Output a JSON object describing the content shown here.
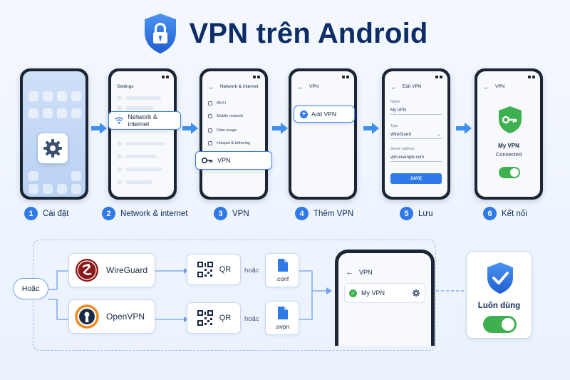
{
  "title": "VPN trên Android",
  "steps": [
    {
      "num": "1",
      "label": "Cài đặt"
    },
    {
      "num": "2",
      "label": "Network & internet"
    },
    {
      "num": "3",
      "label": "VPN"
    },
    {
      "num": "4",
      "label": "Thêm VPN"
    },
    {
      "num": "5",
      "label": "Lưu"
    },
    {
      "num": "6",
      "label": "Kết nối"
    }
  ],
  "phone2": {
    "header": "Settings",
    "callout": "Network & internet"
  },
  "phone3": {
    "header": "Network & internet",
    "items": [
      "Wi-Fi",
      "Mobile network",
      "Data usage",
      "Hotspot & tethering"
    ],
    "callout": "VPN"
  },
  "phone4": {
    "header": "VPN",
    "add_button": "Add VPN"
  },
  "phone5": {
    "header": "Edit VPN",
    "name_label": "Name",
    "name_value": "My VPN",
    "type_label": "Type",
    "type_value": "WireGuard",
    "server_label": "Server address",
    "server_value": "vpn.example.com",
    "save_label": "SAVE"
  },
  "phone6": {
    "header": "VPN",
    "name": "My VPN",
    "status": "Connected",
    "toggle_on": true
  },
  "bottom": {
    "or_label": "Hoặc",
    "apps": [
      {
        "name": "WireGuard",
        "qr": "QR",
        "or": "hoặc",
        "file": ".conf"
      },
      {
        "name": "OpenVPN",
        "qr": "QR",
        "or": "hoặc",
        "file": ".ovpn"
      }
    ],
    "phone_header": "VPN",
    "phone_item": "My VPN",
    "always_label": "Luôn dùng",
    "always_on": true
  },
  "colors": {
    "accent": "#2f7ae6",
    "title": "#0d2d66",
    "success": "#3fb04f",
    "wireguard": "#8b1a1a",
    "openvpn_orange": "#f0891f"
  },
  "icons": [
    "shield-lock-icon",
    "gear-icon",
    "wifi-icon",
    "key-icon",
    "plus-icon",
    "back-arrow-icon",
    "dropdown-icon",
    "shield-key-icon",
    "qr-icon",
    "file-icon",
    "check-circle-icon",
    "shield-check-icon",
    "wireguard-logo-icon",
    "openvpn-logo-icon"
  ]
}
